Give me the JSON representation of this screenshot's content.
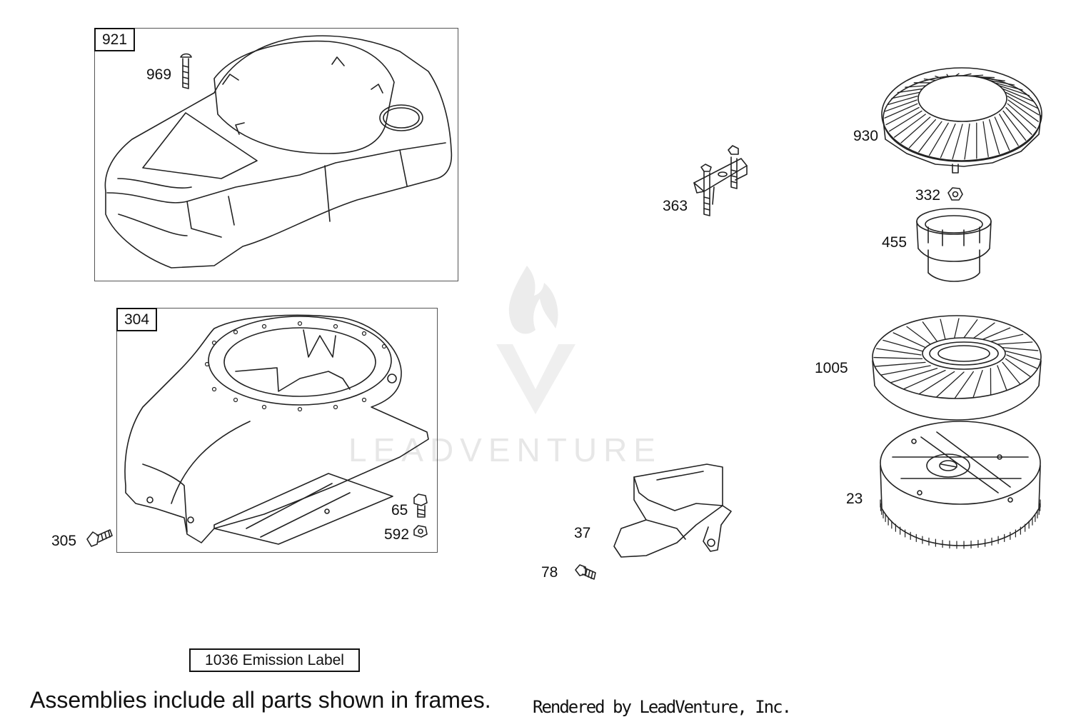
{
  "frames": [
    {
      "tag": "921"
    },
    {
      "tag": "304"
    }
  ],
  "parts": [
    {
      "id": "p969",
      "number": "969"
    },
    {
      "id": "p305",
      "number": "305"
    },
    {
      "id": "p65",
      "number": "65"
    },
    {
      "id": "p592",
      "number": "592"
    },
    {
      "id": "p363",
      "number": "363"
    },
    {
      "id": "p37",
      "number": "37"
    },
    {
      "id": "p78",
      "number": "78"
    },
    {
      "id": "p930",
      "number": "930"
    },
    {
      "id": "p332",
      "number": "332"
    },
    {
      "id": "p455",
      "number": "455"
    },
    {
      "id": "p1005",
      "number": "1005"
    },
    {
      "id": "p23",
      "number": "23"
    }
  ],
  "emission_label": "1036 Emission Label",
  "footnote": "Assemblies include all parts shown in frames.",
  "credit": "Rendered by LeadVenture, Inc.",
  "watermark": "LEADVENTURE"
}
